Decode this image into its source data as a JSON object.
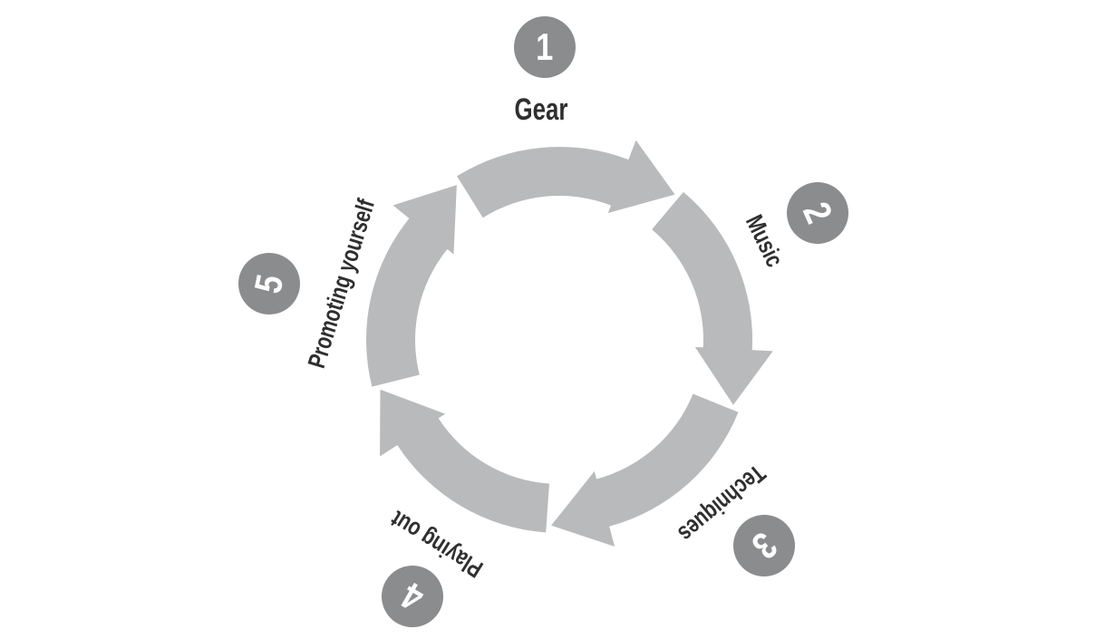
{
  "diagram": {
    "type": "cycle",
    "direction": "clockwise",
    "steps": [
      {
        "number": "1",
        "label": "Gear"
      },
      {
        "number": "2",
        "label": "Music"
      },
      {
        "number": "3",
        "label": "Techniques"
      },
      {
        "number": "4",
        "label": "Playing out"
      },
      {
        "number": "5",
        "label": "Promoting yourself"
      }
    ],
    "colors": {
      "background": "#ffffff",
      "arrow": "#b9babb",
      "badge": "#8b8c8d",
      "badge_number": "#ffffff",
      "label": "#2f2f2f"
    }
  }
}
